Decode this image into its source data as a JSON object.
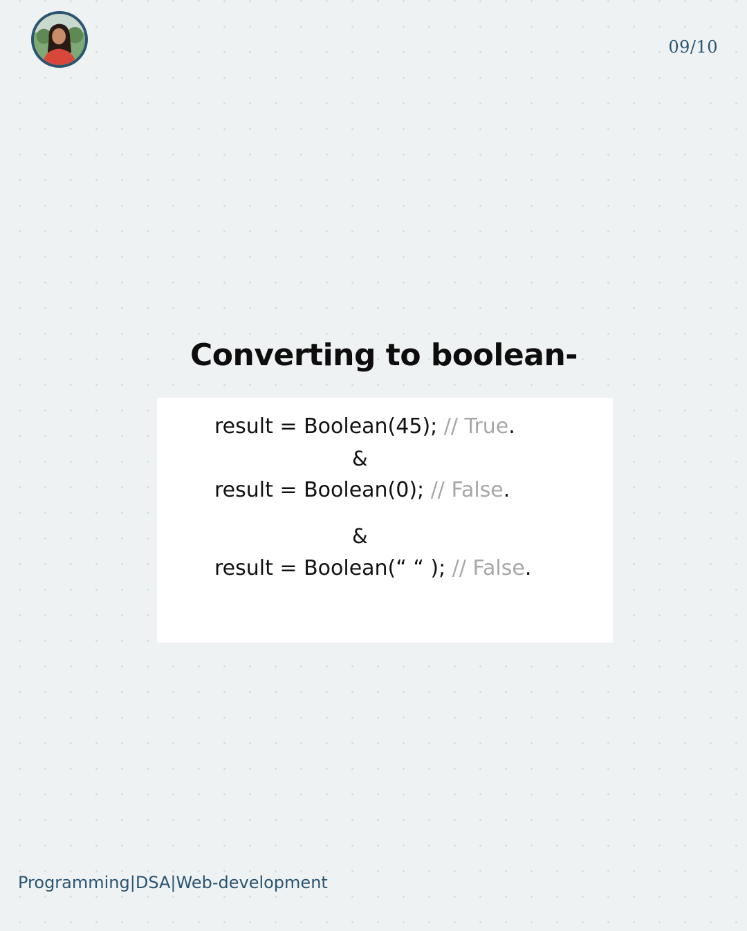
{
  "header": {
    "page_counter": "09/10"
  },
  "title": "Converting to boolean-",
  "code": {
    "line1": {
      "code": "result = Boolean(45); ",
      "comment": "// True",
      "end": "."
    },
    "separator1": "&",
    "line2": {
      "code": "result = Boolean(0); ",
      "comment": "// False",
      "end": "."
    },
    "separator2": "&",
    "line3": {
      "code": "result = Boolean(“ “ ); ",
      "comment": "// False",
      "end": "."
    }
  },
  "footer": {
    "tagline": "Programming|DSA|Web-development"
  },
  "colors": {
    "background": "#eef2f3",
    "accent": "#2a5470",
    "comment": "#a7a7a7",
    "text": "#111111"
  }
}
